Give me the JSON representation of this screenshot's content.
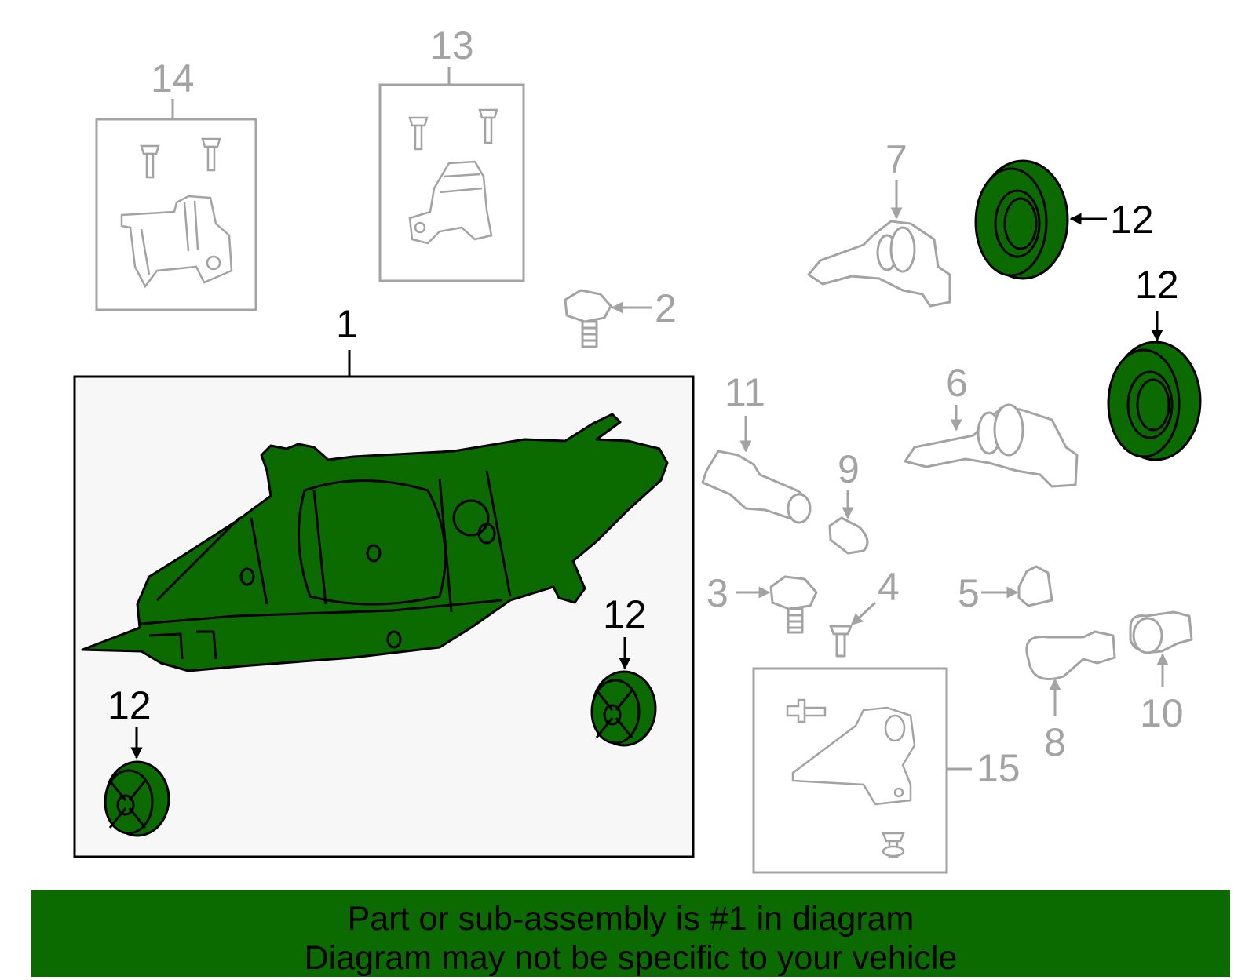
{
  "colors": {
    "highlight_fill": "#0b6a00",
    "panel_fill": "#f7f7f7",
    "gray_line": "#a3a3a3",
    "banner_bg": "#0b6a00"
  },
  "callouts": {
    "c1": "1",
    "c2": "2",
    "c3": "3",
    "c4": "4",
    "c5": "5",
    "c6": "6",
    "c7": "7",
    "c8": "8",
    "c9": "9",
    "c10": "10",
    "c11": "11",
    "c12": "12",
    "c13": "13",
    "c14": "14",
    "c15": "15"
  },
  "banner": {
    "line1": "Part or sub-assembly is #1 in diagram",
    "line2": "Diagram may not be specific to your vehicle"
  }
}
